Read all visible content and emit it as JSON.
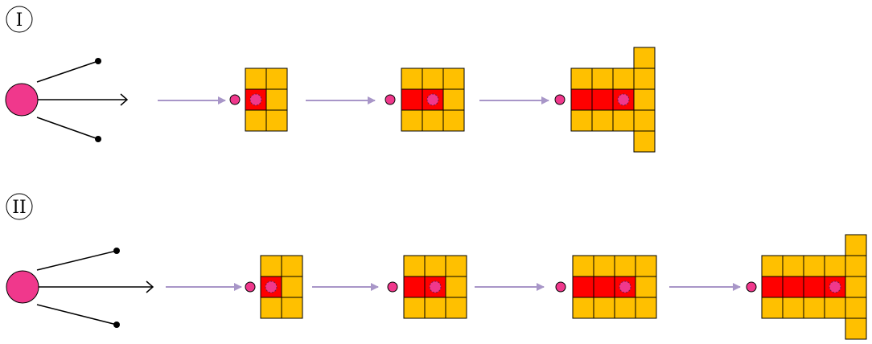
{
  "rows": [
    {
      "label": "I",
      "panels": [
        {
          "cols": 2,
          "red_count": 1,
          "tail": false
        },
        {
          "cols": 3,
          "red_count": 2,
          "tail": false
        },
        {
          "cols": 3,
          "red_count": 3,
          "tail": true
        }
      ]
    },
    {
      "label": "II",
      "panels": [
        {
          "cols": 2,
          "red_count": 1,
          "tail": false
        },
        {
          "cols": 3,
          "red_count": 2,
          "tail": false
        },
        {
          "cols": 4,
          "red_count": 3,
          "tail": false
        },
        {
          "cols": 4,
          "red_count": 4,
          "tail": true
        }
      ]
    }
  ],
  "colors": {
    "cell": "#FFC000",
    "red_cell": "#FF0000",
    "particle": "#F0388C",
    "arrow": "#A896C8",
    "line": "#000000"
  }
}
